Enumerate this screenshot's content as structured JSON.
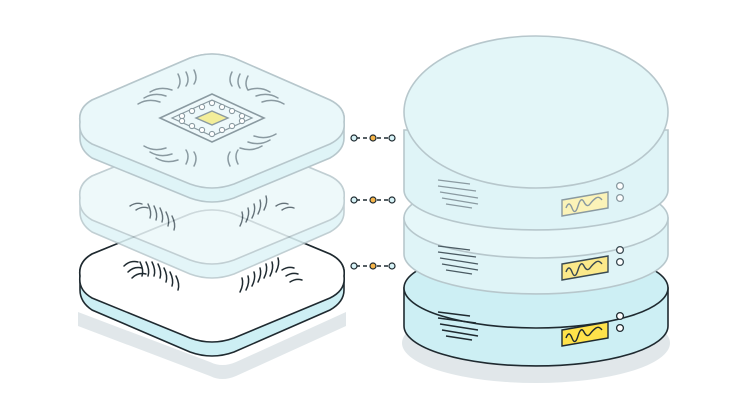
{
  "colors": {
    "background": "#ffffff",
    "outline": "#1f2a30",
    "outline_soft": "#b7c7cc",
    "fill_top": "#e3f6f8",
    "fill_side": "#cdeff4",
    "shadow": "#e1e7ea",
    "chip_core": "#f3ee9a",
    "display": "#ffe24a",
    "display_faded": "#fbf3b8",
    "connector_dot_end": "#d7f3f7",
    "connector_dot_mid": "#f6b54a"
  },
  "icons": {
    "chip": "cpu-chip-icon",
    "server": "server-rack-icon",
    "display": "waveform-display-icon",
    "led": "status-led-icon",
    "vent": "vent-lines-icon",
    "connector": "dotted-connector-icon"
  },
  "stacks": {
    "left_layers": [
      {
        "name": "top",
        "has_chip": true,
        "opacity": 0.55
      },
      {
        "name": "middle",
        "has_chip": false,
        "opacity": 0.55
      },
      {
        "name": "bottom",
        "has_chip": false,
        "opacity": 1.0
      }
    ],
    "right_layers": [
      {
        "name": "top-disk",
        "opacity": 0.55
      },
      {
        "name": "middle-disk",
        "opacity": 0.55
      },
      {
        "name": "bottom-disk",
        "opacity": 1.0
      }
    ],
    "connectors": 3
  }
}
